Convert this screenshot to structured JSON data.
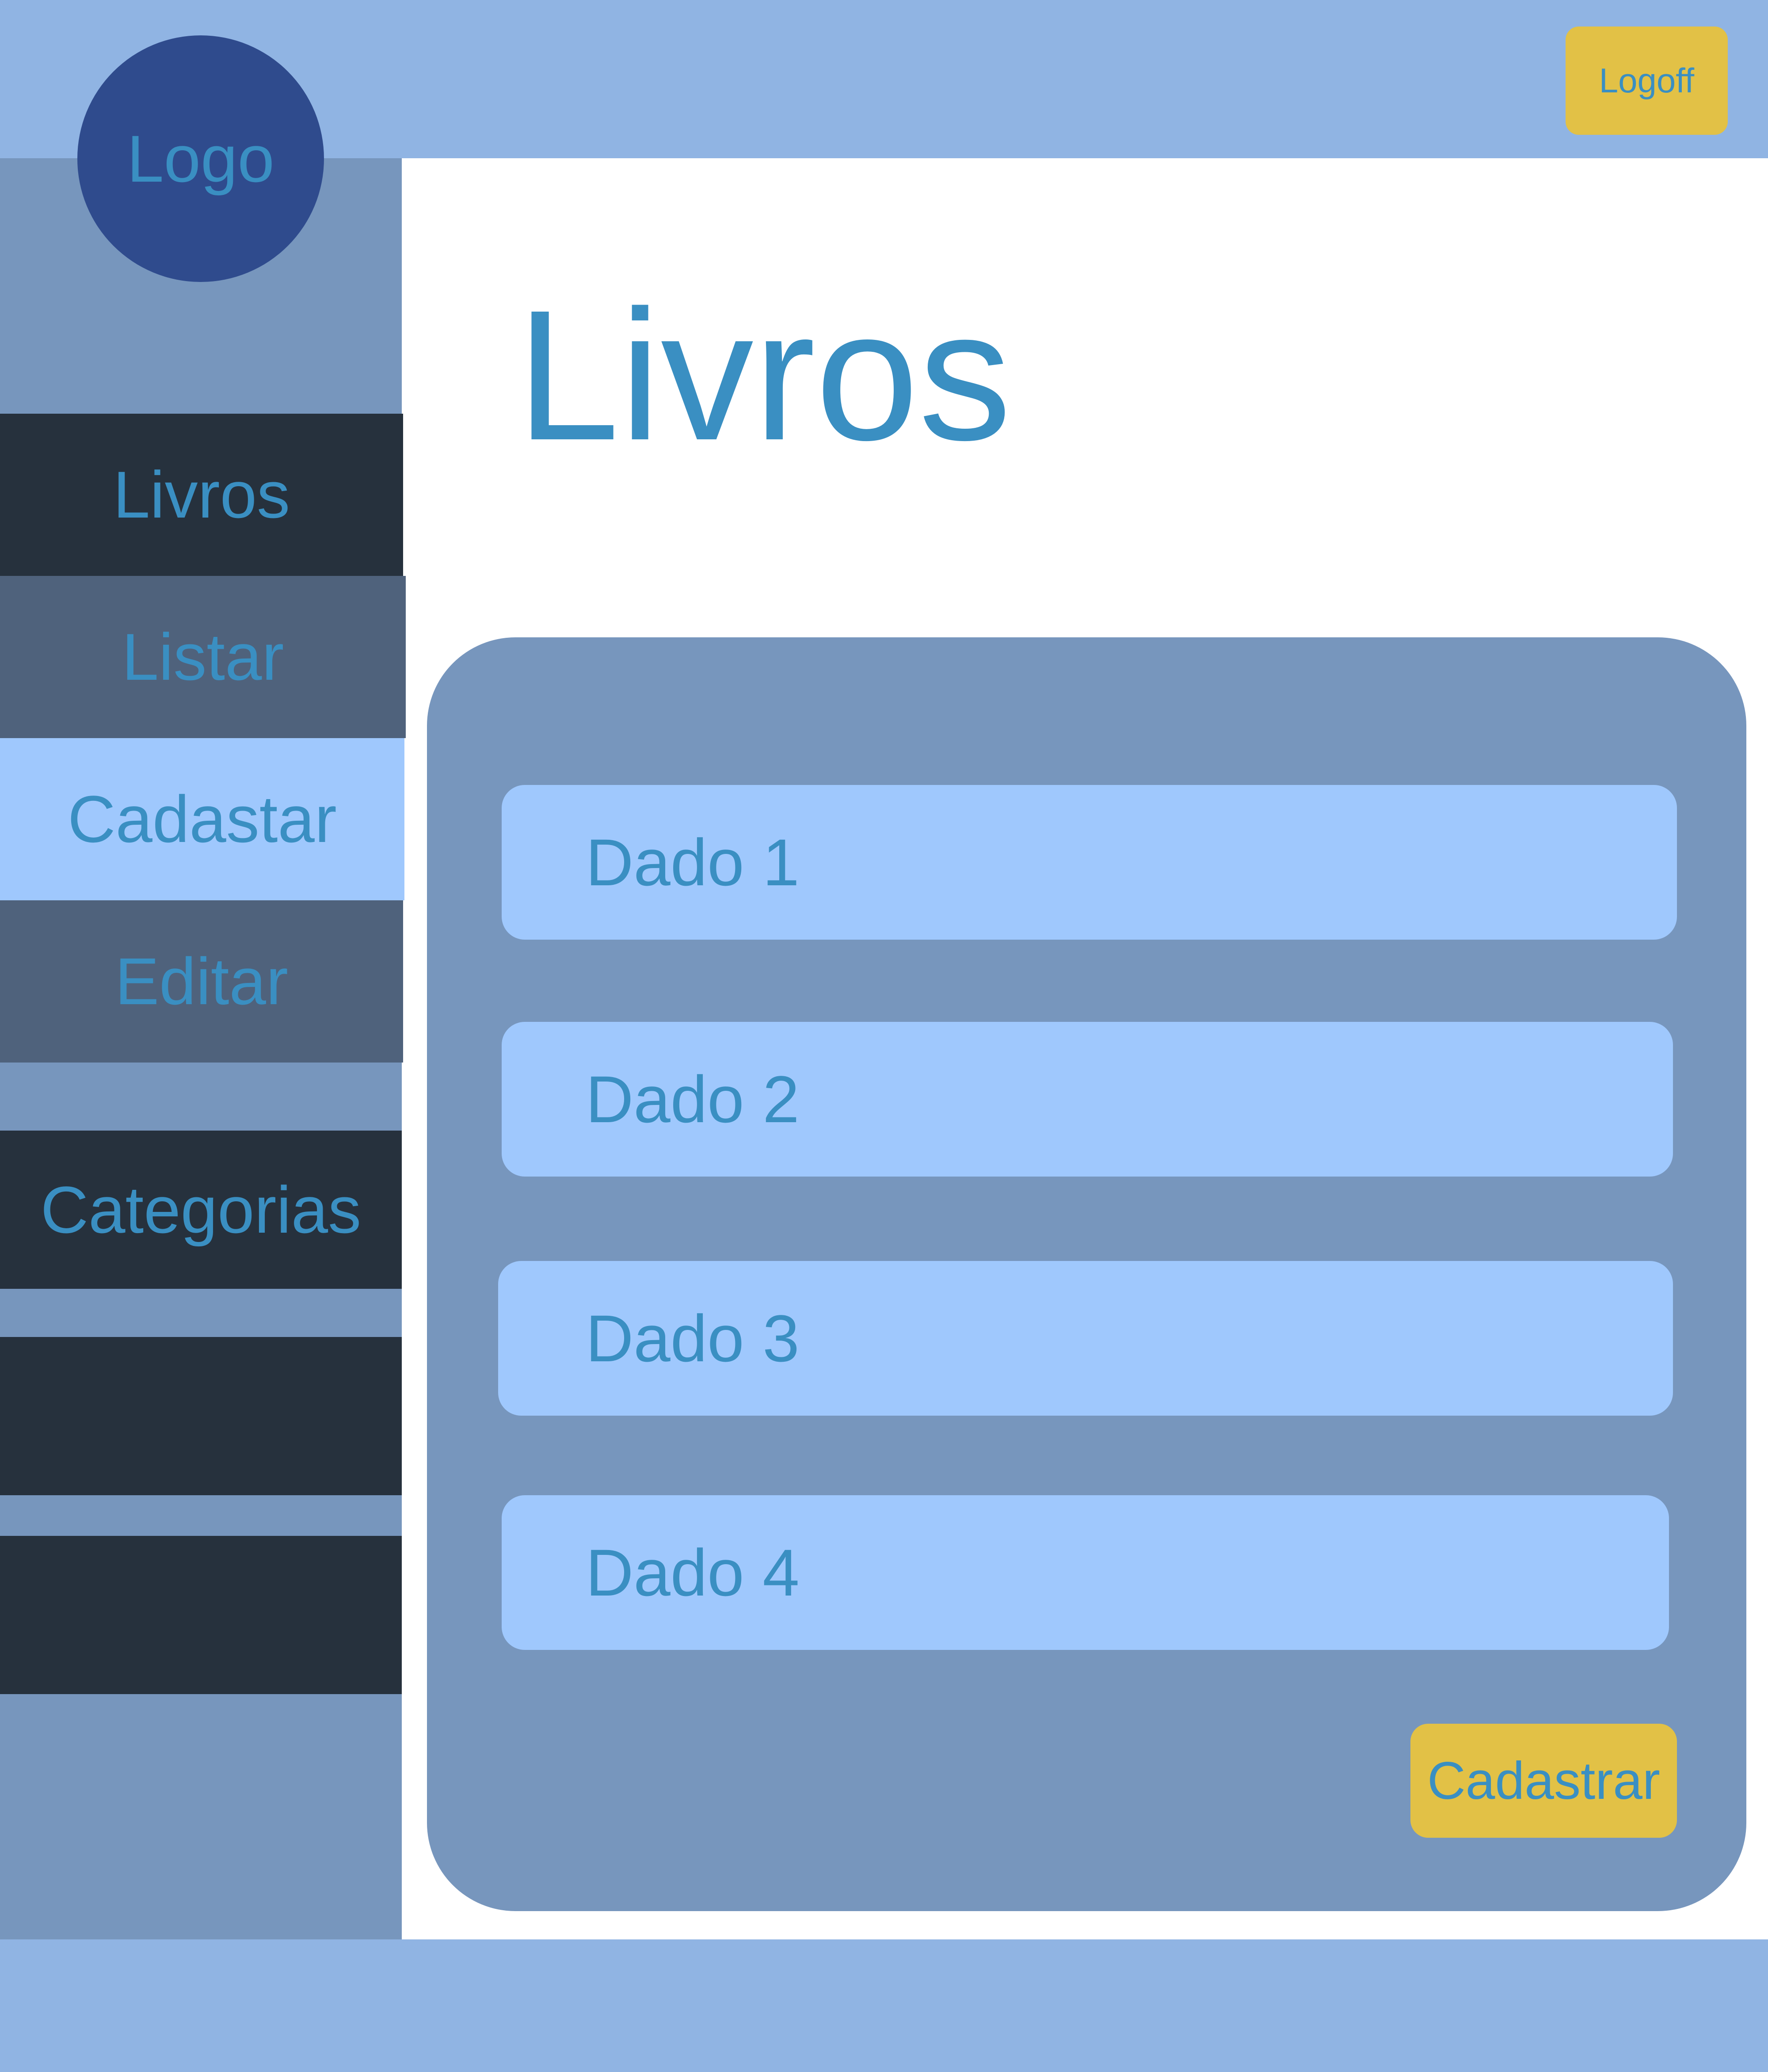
{
  "header": {
    "logo_text": "Logo",
    "logoff_label": "Logoff"
  },
  "sidebar": {
    "items": [
      {
        "label": "Livros"
      },
      {
        "label": "Listar"
      },
      {
        "label": "Cadastar"
      },
      {
        "label": "Editar"
      },
      {
        "label": "Categorias"
      },
      {
        "label": ""
      },
      {
        "label": ""
      }
    ]
  },
  "main": {
    "title": "Livros",
    "rows": [
      "Dado 1",
      "Dado 2",
      "Dado 3",
      "Dado 4"
    ],
    "submit_label": "Cadastrar"
  },
  "colors": {
    "header_bg": "#90b4e3",
    "sidebar_bg": "#7796bd",
    "nav_dark": "#26313d",
    "nav_medium": "#4f627c",
    "nav_active": "#9fc8fd",
    "logo_bg": "#2f4b8d",
    "button_bg": "#e2c146",
    "text": "#3a8fc2"
  }
}
